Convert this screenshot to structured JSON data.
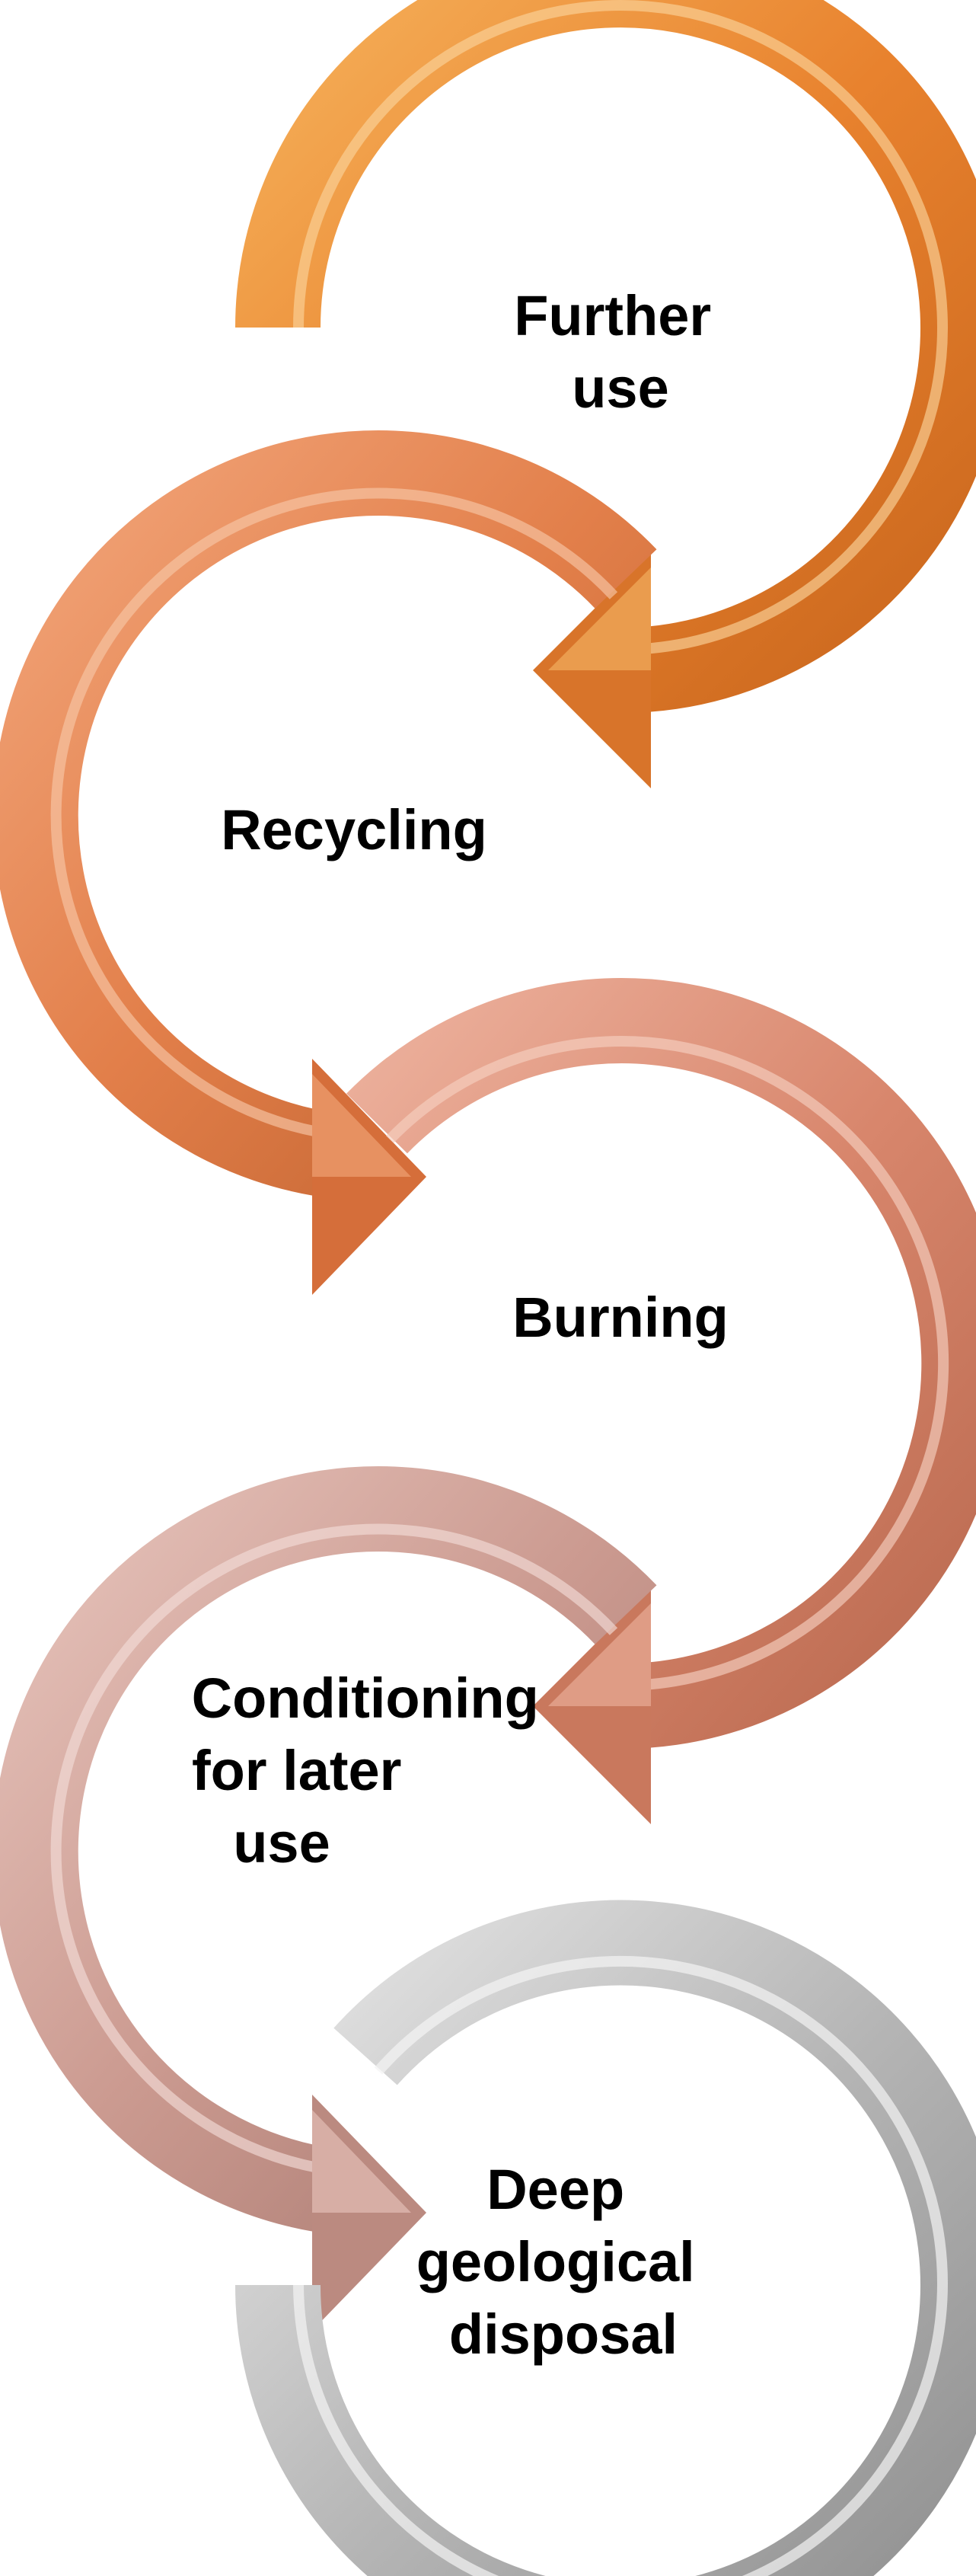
{
  "steps": [
    {
      "label_lines": [
        "Further",
        "use"
      ],
      "color": "#e8822e"
    },
    {
      "label_lines": [
        "Recycling"
      ],
      "color": "#e27f4a"
    },
    {
      "label_lines": [
        "Burning"
      ],
      "color": "#d8866c"
    },
    {
      "label_lines": [
        "Conditioning",
        "for later",
        "use"
      ],
      "color": "#cb9a90"
    },
    {
      "label_lines": [
        "Deep",
        "geological",
        "disposal"
      ],
      "color": "#b5b5b5"
    }
  ]
}
